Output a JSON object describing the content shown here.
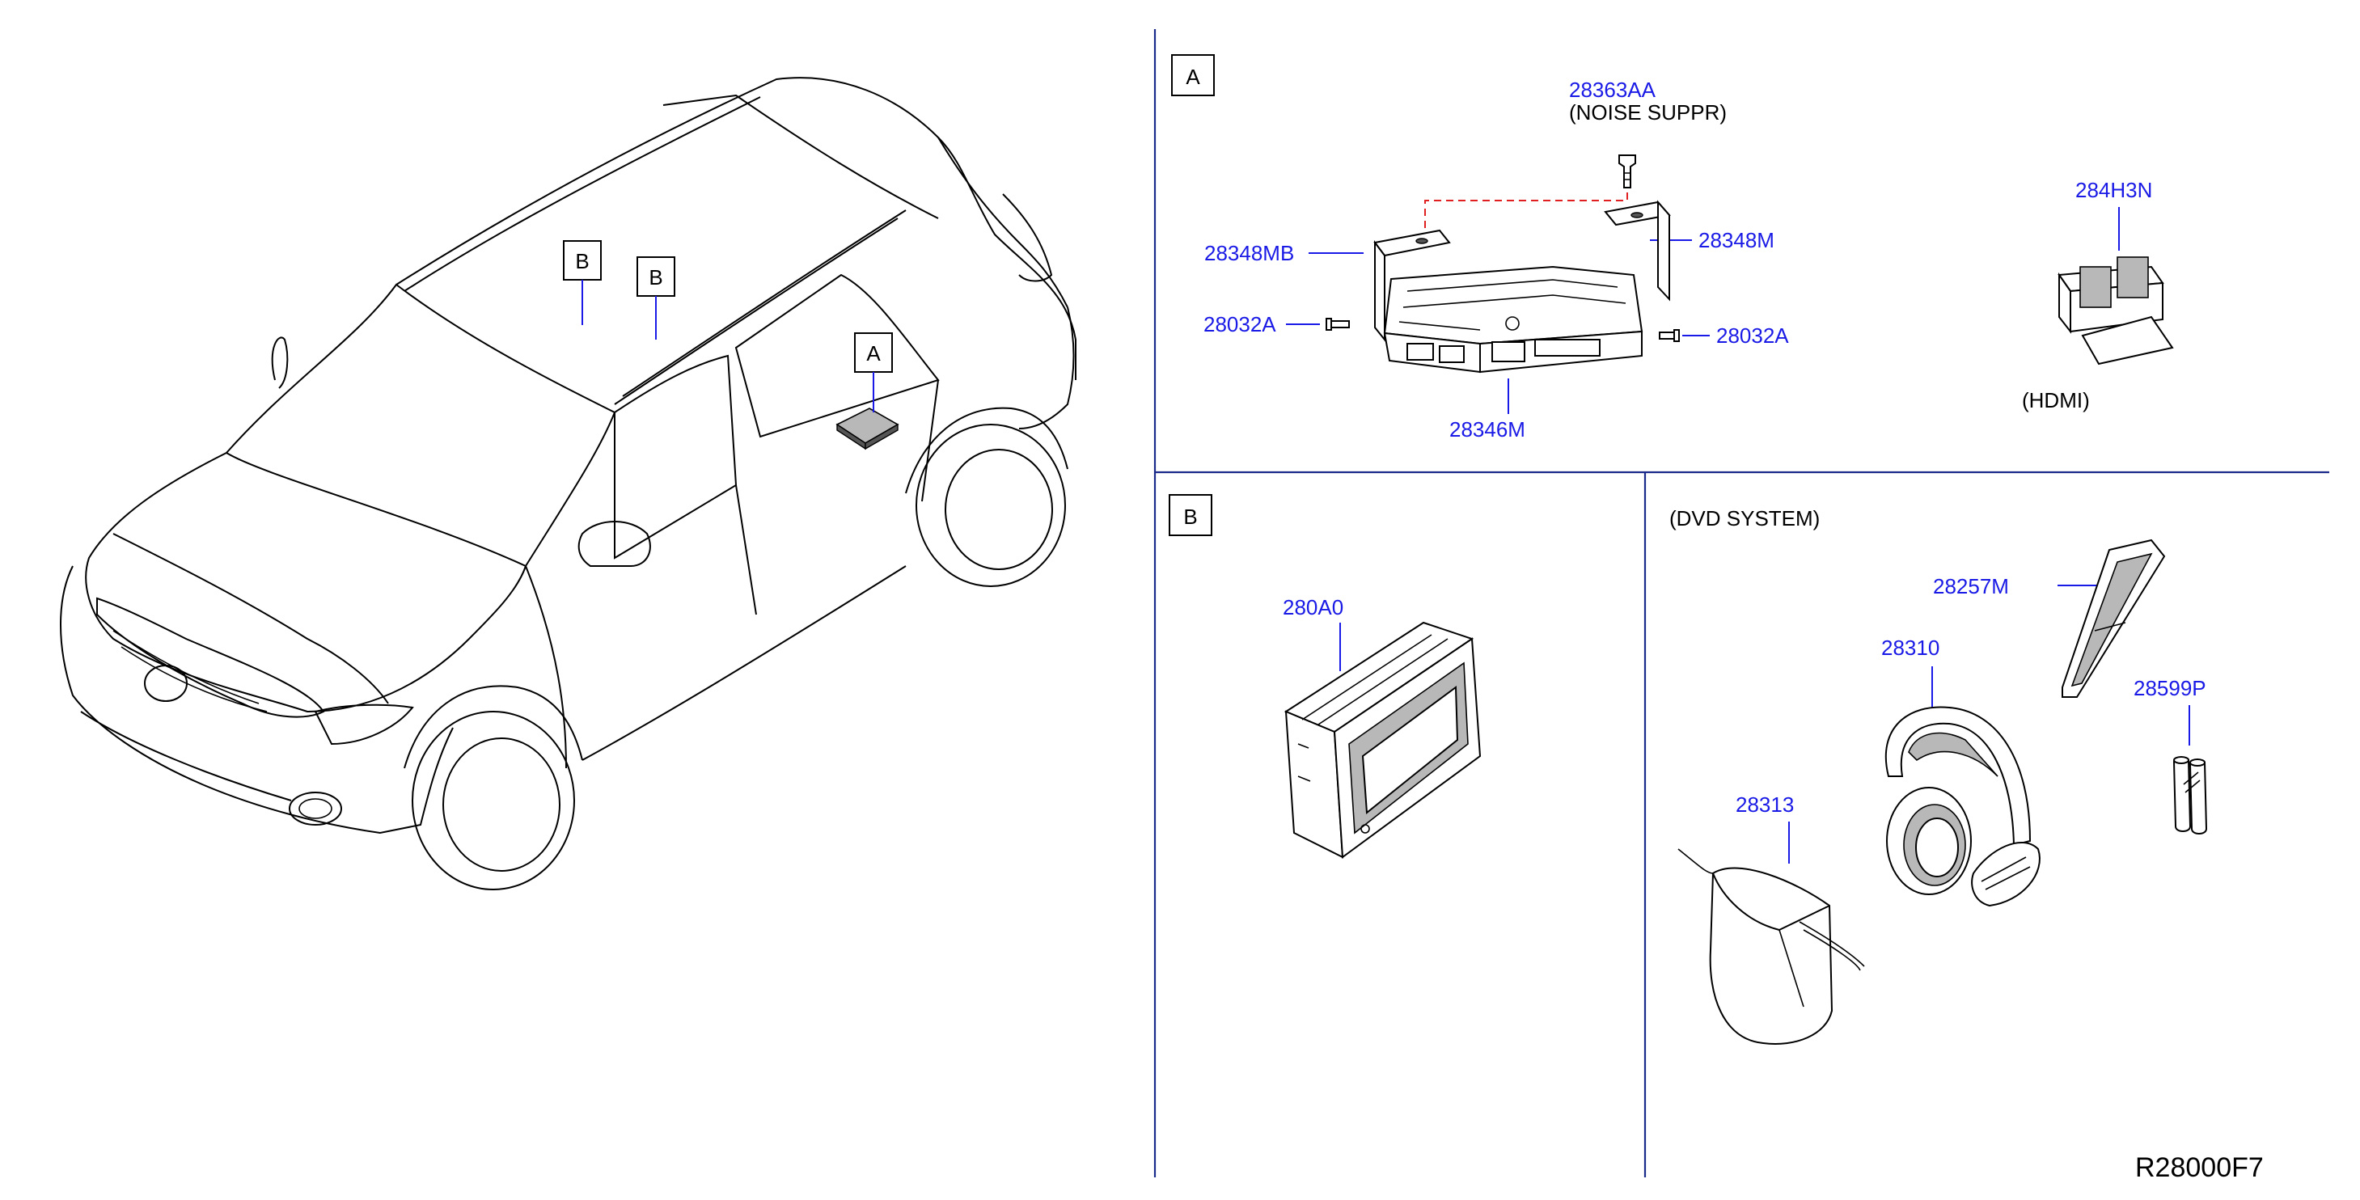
{
  "sections": {
    "a": {
      "tag": "A"
    },
    "b": {
      "tag": "B"
    }
  },
  "callouts": {
    "car_b1": "B",
    "car_b2": "B",
    "car_a": "A"
  },
  "parts": {
    "noise_suppr_num": "28363AA",
    "noise_suppr_label": "(NOISE   SUPPR)",
    "bracket_left": "28348MB",
    "bracket_right": "28348M",
    "screw_left": "28032A",
    "screw_right": "28032A",
    "unit": "28346M",
    "hdmi_num": "284H3N",
    "hdmi_label": "(HDMI)",
    "display": "280A0",
    "dvd_label": "(DVD   SYSTEM)",
    "remote": "28257M",
    "headphones": "28310",
    "battery": "28599P",
    "bag": "28313"
  },
  "drawing_code": "R28000F7"
}
